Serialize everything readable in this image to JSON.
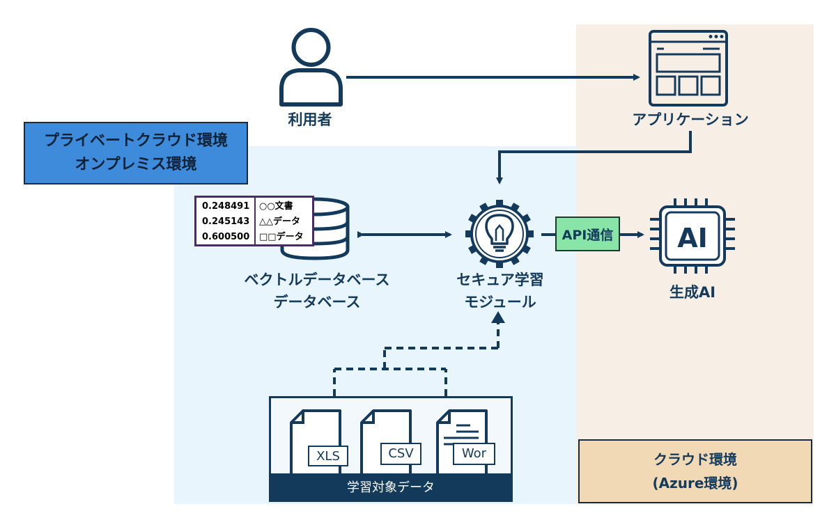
{
  "zones": {
    "private_label": "プライベートクラウド環境\nオンプレミス環境",
    "cloud_label": "クラウド環境\n(Azure環境)"
  },
  "nodes": {
    "user": {
      "label": "利用者",
      "icon": "user-icon"
    },
    "application": {
      "label": "アプリケーション",
      "icon": "browser-window-icon"
    },
    "vector_db": {
      "label": "ベクトルデータベース\nデータベース",
      "icon": "database-icon"
    },
    "secure_module": {
      "label": "セキュア学習\nモジュール",
      "icon": "gear-bulb-icon"
    },
    "genai": {
      "label": "生成AI",
      "icon": "ai-chip-icon",
      "chip_text": "AI"
    },
    "training_data": {
      "label": "学習対象データ"
    }
  },
  "vector_table": {
    "rows": [
      {
        "value": "0.248491",
        "text": "○○文書"
      },
      {
        "value": "0.245143",
        "text": "△△データ"
      },
      {
        "value": "0.600500",
        "text": "□□データ"
      }
    ]
  },
  "api_badge": "API通信",
  "files": [
    {
      "tag": "XLS",
      "icon": "spreadsheet-file-icon"
    },
    {
      "tag": "CSV",
      "icon": "csv-file-icon"
    },
    {
      "tag": "Wor",
      "icon": "word-file-icon"
    }
  ]
}
